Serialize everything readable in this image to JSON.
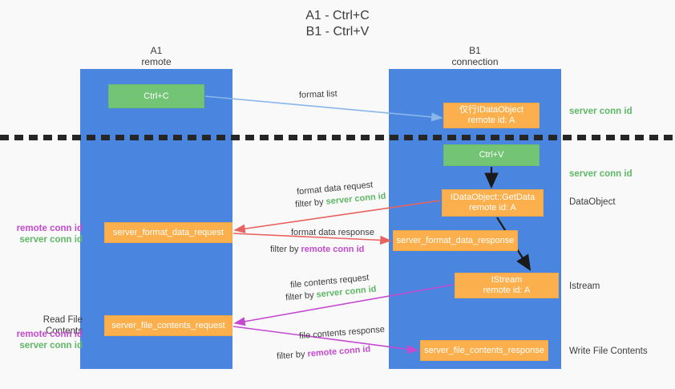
{
  "title": "A1 - Ctrl+C\nB1 - Ctrl+V",
  "colors": {
    "lane": "#4a86e0",
    "green_node": "#74c476",
    "orange_node": "#fbb04d",
    "server_conn_id": "#5fb866",
    "remote_conn_id": "#c44ad0",
    "blue_arrow": "#8ab6ea",
    "red_arrow": "#e8625f",
    "magenta_arrow": "#c44ad0",
    "black_arrow": "#1a1a1a",
    "dashed_line": "#262626",
    "background": "#f9f9f9"
  },
  "columns": [
    {
      "name": "A1",
      "sub": "remote"
    },
    {
      "name": "B1",
      "sub": "connection"
    }
  ],
  "nodes": {
    "ctrl_c": {
      "label": "Ctrl+C",
      "type": "green"
    },
    "idataobject": {
      "label": "仅行IDataObject",
      "sub": "remote id: A",
      "type": "orange"
    },
    "ctrl_v": {
      "label": "Ctrl+V",
      "type": "green"
    },
    "getdata": {
      "label": "IDataObject::GetData",
      "sub": "remote id: A",
      "type": "orange"
    },
    "server_format_data_request": {
      "label": "server_format_data_request",
      "type": "orange"
    },
    "server_format_data_response": {
      "label": "server_format_data_response",
      "type": "orange"
    },
    "istream": {
      "label": "IStream",
      "sub": "remote id: A",
      "type": "orange"
    },
    "server_file_contents_request": {
      "label": "server_file_contents_request",
      "type": "orange"
    },
    "server_file_contents_response": {
      "label": "server_file_contents_response",
      "type": "orange"
    }
  },
  "side_labels": {
    "server_conn_id_1": "server conn id",
    "server_conn_id_2": "server conn id",
    "dataobject": "DataObject",
    "istream": "Istream",
    "write_file_contents": "Write File Contents",
    "read_file_contents": "Read File Contents",
    "remote_conn_id": "remote conn id",
    "server_conn_id": "server conn id"
  },
  "arrow_labels": {
    "format_list": "format list",
    "format_data_request": "format data request",
    "format_data_request_filter_prefix": "filter by ",
    "format_data_request_filter_value": "server conn id",
    "format_data_response": "format data response",
    "format_data_response_filter_prefix": "filter by ",
    "format_data_response_filter_value": "remote conn id",
    "file_contents_request": "file contents request",
    "file_contents_request_filter_prefix": "filter by ",
    "file_contents_request_filter_value": "server conn id",
    "file_contents_response": "file contents response",
    "file_contents_response_filter_prefix": "filter by ",
    "file_contents_response_filter_value": "remote conn id"
  }
}
